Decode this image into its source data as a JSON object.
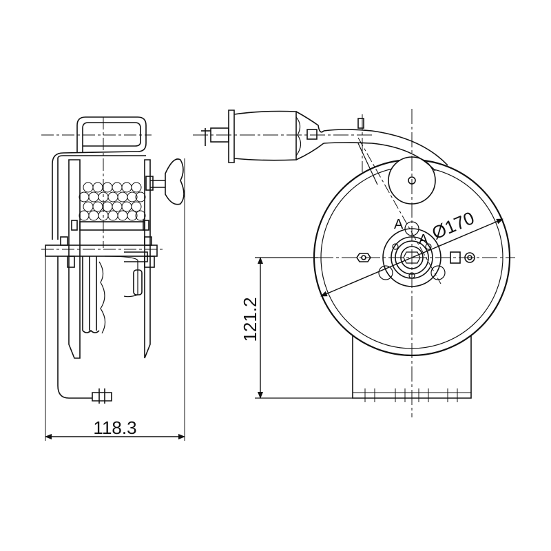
{
  "dimensions": {
    "width": "118.3",
    "height": "121.2",
    "diameter": "Ø170"
  },
  "section_labels": {
    "left": "A",
    "right": "A"
  },
  "colors": {
    "line": "#111111",
    "background": "#ffffff"
  }
}
